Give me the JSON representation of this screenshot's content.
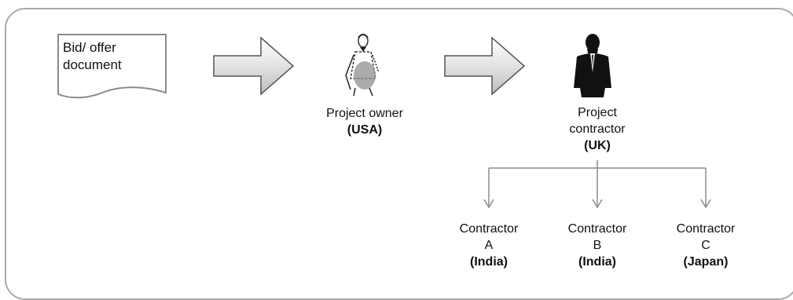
{
  "document": {
    "line1": "Bid/ offer",
    "line2": "document"
  },
  "owner": {
    "title": "Project owner",
    "country": "(USA)"
  },
  "contractor": {
    "line1": "Project",
    "line2": "contractor",
    "country": "(UK)"
  },
  "subcontractors": [
    {
      "title": "Contractor",
      "letter": "A",
      "country": "(India)"
    },
    {
      "title": "Contractor",
      "letter": "B",
      "country": "(India)"
    },
    {
      "title": "Contractor",
      "letter": "C",
      "country": "(Japan)"
    }
  ]
}
